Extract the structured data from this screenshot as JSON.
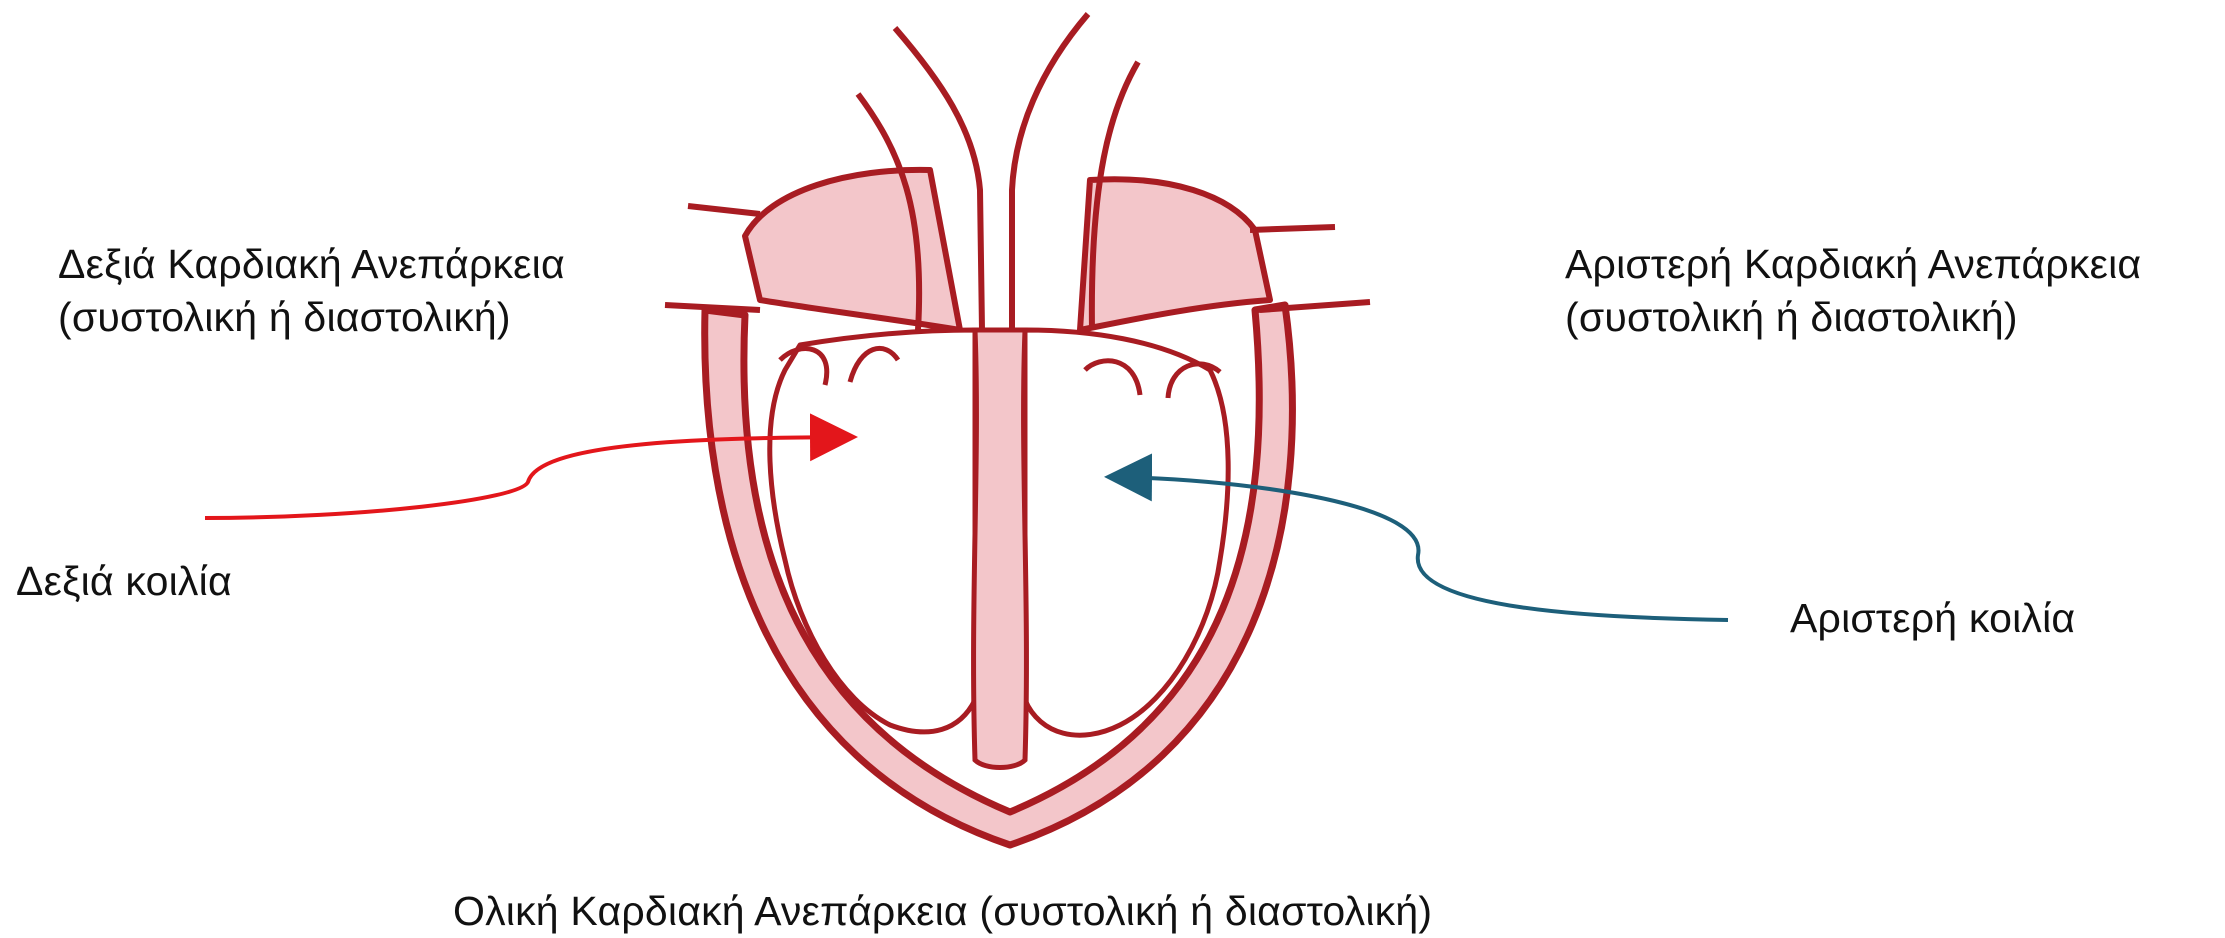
{
  "labels": {
    "right_heart_failure_line1": "Δεξιά Καρδιακή Ανεπάρκεια",
    "right_heart_failure_line2": "(συστολική ή διαστολική)",
    "left_heart_failure_line1": "Αριστερή Καρδιακή Ανεπάρκεια",
    "left_heart_failure_line2": "(συστολική ή διαστολική)",
    "right_ventricle": "Δεξιά κοιλία",
    "left_ventricle": "Αριστερή κοιλία",
    "total_heart_failure": "Ολική Καρδιακή Ανεπάρκεια (συστολική ή διαστολική)"
  },
  "colors": {
    "heart_outline": "#a81c22",
    "heart_fill": "#f3c6ca",
    "right_arrow": "#e3161b",
    "left_arrow": "#1d5f7a",
    "text": "#111111"
  }
}
